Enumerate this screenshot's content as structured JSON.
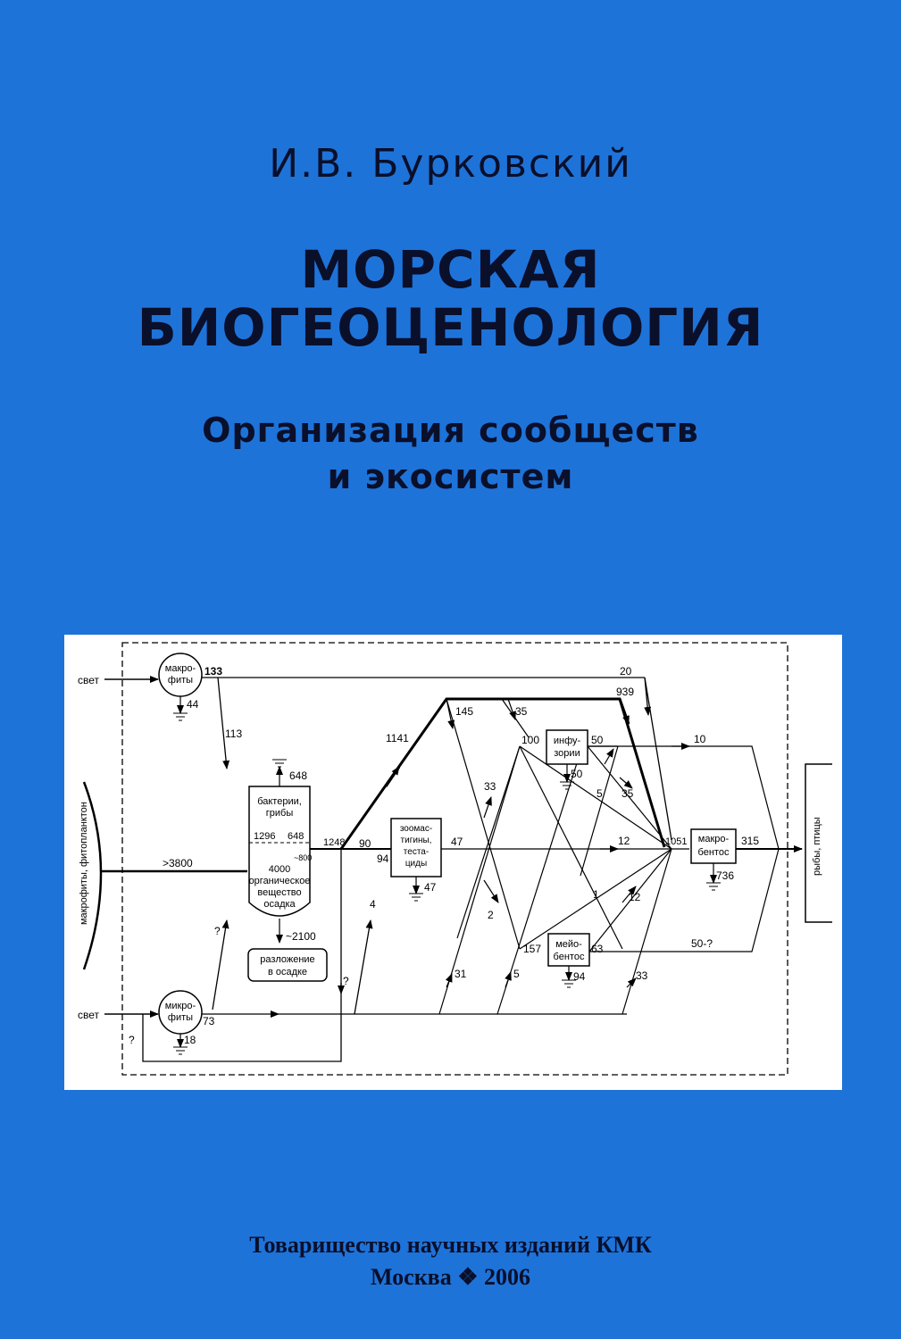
{
  "cover": {
    "author": "И.В. Бурковский",
    "title_line1": "МОРСКАЯ",
    "title_line2": "БИОГЕОЦЕНОЛОГИЯ",
    "subtitle_line1": "Организация сообществ",
    "subtitle_line2": "и экосистем",
    "publisher": "Товарищество научных изданий КМК",
    "city_year": "Москва ❖ 2006"
  },
  "diagram": {
    "light_top": "свет",
    "light_bottom": "свет",
    "macrophytes": "макро-|фиты",
    "microphytes": "микро-|фиты",
    "left_source": "макрофиты, фитопланктон",
    "right_sink": "рыбы, птицы",
    "bacteria": "бактерии,|грибы",
    "organic": "4000|органическое|вещество|осадка",
    "decomposition": "разложение|в осадке",
    "zoomast": "зоомас-|тигины,|теста-|циды",
    "infuzorii": "инфу-|зории",
    "meiobentos": "мейо-|бентос",
    "makrobentos": "макро-|бентос",
    "values": {
      "v133": "133",
      "v44": "44",
      "v113": "113",
      "v20": "20",
      "v939": "939",
      "v648a": "648",
      "v1296": "1296",
      "v648b": "648",
      "v800": "~800",
      "v3800": ">3800",
      "v2100": "~2100",
      "vq1": "?",
      "v1248": "1248",
      "v90": "90",
      "v94a": "94",
      "v1141": "1141",
      "v47a": "47",
      "v47b": "47",
      "v4": "4",
      "vq2": "?",
      "v145": "145",
      "v35a": "35",
      "v33a": "33",
      "v100": "100",
      "v50a": "50",
      "v50b": "50",
      "v10": "10",
      "v5a": "5",
      "v35b": "35",
      "v12a": "12",
      "v1051": "1051",
      "v315": "315",
      "v736": "736",
      "v1": "1",
      "v2": "2",
      "v12b": "12",
      "v157": "157",
      "v63": "63",
      "v50q": "50-?",
      "v94b": "94",
      "v31": "31",
      "v5b": "5",
      "v33b": "33",
      "v73": "73",
      "v18": "18",
      "vq3": "?"
    }
  }
}
